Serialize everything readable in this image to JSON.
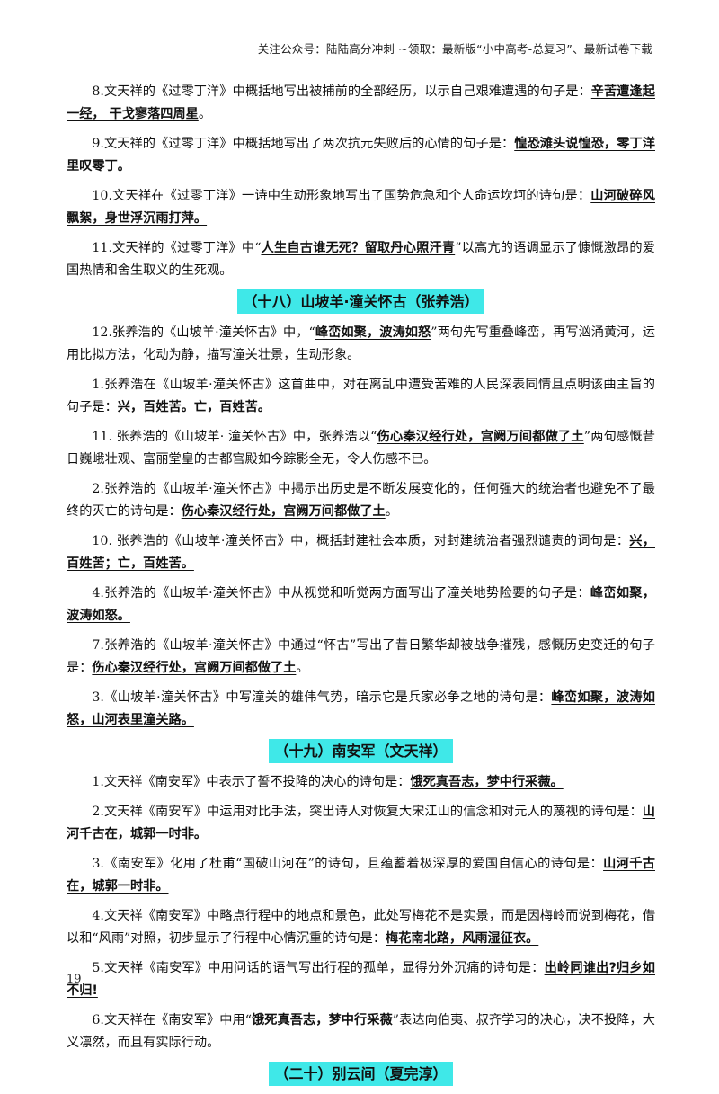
{
  "header": "关注公众号：陆陆高分冲刺 ~领取：最新版“小中高考-总复习”、最新试卷下载",
  "blocks": [
    {
      "type": "p",
      "runs": [
        {
          "t": "8.文天祥的《过零丁洋》中概括地写出被捕前的全部经历，以示自己艰难遭遇的句子是："
        },
        {
          "t": "辛苦遭逢起一经， 干戈寥落四周星",
          "a": true
        },
        {
          "t": "。"
        }
      ]
    },
    {
      "type": "p",
      "runs": [
        {
          "t": "9.文天祥的《过零丁洋》中概括地写出了两次抗元失败后的心情的句子是："
        },
        {
          "t": "惶恐滩头说惶恐，零丁洋里叹零丁。",
          "a": true
        }
      ]
    },
    {
      "type": "p",
      "runs": [
        {
          "t": "10.文天祥在《过零丁洋》一诗中生动形象地写出了国势危急和个人命运坎坷的诗句是："
        },
        {
          "t": "山河破碎风飘絮，身世浮沉雨打萍。",
          "a": true
        }
      ]
    },
    {
      "type": "p",
      "runs": [
        {
          "t": "11.文天祥的《过零丁洋》中“"
        },
        {
          "t": "人生自古谁无死？留取丹心照汗青",
          "a": true
        },
        {
          "t": "”以高亢的语调显示了慷慨激昂的爱国热情和舍生取义的生死观。"
        }
      ]
    },
    {
      "type": "h",
      "text": "（十八）山坡羊·潼关怀古（张养浩）"
    },
    {
      "type": "p",
      "runs": [
        {
          "t": "12.张养浩的《山坡羊·潼关怀古》中，“"
        },
        {
          "t": "峰峦如聚，波涛如怒",
          "a": true
        },
        {
          "t": "”两句先写重叠峰峦，再写汹涌黄河，运用比拟方法，化动为静，描写潼关壮景，生动形象。"
        }
      ]
    },
    {
      "type": "p",
      "runs": [
        {
          "t": "1.张养浩在《山坡羊·潼关怀古》这首曲中，对在离乱中遭受苦难的人民深表同情且点明该曲主旨的句子是："
        },
        {
          "t": "兴，百姓苦。亡，百姓苦。",
          "a": true
        }
      ]
    },
    {
      "type": "p",
      "runs": [
        {
          "t": "11. 张养浩的《山坡羊· 潼关怀古》中，张养浩以“"
        },
        {
          "t": "伤心秦汉经行处，宫阙万间都做了土",
          "a": true
        },
        {
          "t": "”两句感慨昔日巍峨壮观、富丽堂皇的古都宫殿如今踪影全无，令人伤感不已。"
        }
      ]
    },
    {
      "type": "p",
      "runs": [
        {
          "t": "2.张养浩的《山坡羊·潼关怀古》中揭示出历史是不断发展变化的，任何强大的统治者也避免不了最终的灭亡的诗句是："
        },
        {
          "t": "伤心秦汉经行处，宫阙万间都做了土",
          "a": true
        },
        {
          "t": "。"
        }
      ]
    },
    {
      "type": "p",
      "runs": [
        {
          "t": "10. 张养浩的《山坡羊·潼关怀古》中，概括封建社会本质，对封建统治者强烈谴责的词句是："
        },
        {
          "t": "兴，百姓苦；亡，百姓苦。",
          "a": true
        }
      ]
    },
    {
      "type": "p",
      "runs": [
        {
          "t": "4.张养浩的《山坡羊·潼关怀古》中从视觉和听觉两方面写出了潼关地势险要的句子是："
        },
        {
          "t": "峰峦如聚，波涛如怒。",
          "a": true
        }
      ]
    },
    {
      "type": "p",
      "runs": [
        {
          "t": "7.张养浩的《山坡羊·潼关怀古》中通过“怀古”写出了昔日繁华却被战争摧残，感慨历史变迁的句子是："
        },
        {
          "t": "伤心秦汉经行处，宫阙万间都做了土",
          "a": true
        },
        {
          "t": "。"
        }
      ]
    },
    {
      "type": "p",
      "runs": [
        {
          "t": "3.《山坡羊·潼关怀古》中写潼关的雄伟气势，暗示它是兵家必争之地的诗句是："
        },
        {
          "t": "峰峦如聚，波涛如怒，山河表里潼关路。",
          "a": true
        }
      ]
    },
    {
      "type": "h",
      "text": "（十九）南安军（文天祥）"
    },
    {
      "type": "p",
      "runs": [
        {
          "t": "1.文天祥《南安军》中表示了誓不投降的决心的诗句是："
        },
        {
          "t": "饿死真吾志，梦中行采薇。",
          "a": true
        }
      ]
    },
    {
      "type": "p",
      "runs": [
        {
          "t": "2.文天祥《南安军》中运用对比手法，突出诗人对恢复大宋江山的信念和对元人的蔑视的诗句是："
        },
        {
          "t": "山河千古在，城郭一时非。",
          "a": true
        }
      ]
    },
    {
      "type": "p",
      "runs": [
        {
          "t": "3.《南安军》化用了杜甫“国破山河在”的诗句，且蕴蓄着极深厚的爱国自信心的诗句是："
        },
        {
          "t": "山河千古在，城郭一时非。",
          "a": true
        }
      ]
    },
    {
      "type": "p",
      "runs": [
        {
          "t": "4.文天祥《南安军》中略点行程中的地点和景色，此处写梅花不是实景，而是因梅岭而说到梅花，借以和“风雨”对照，初步显示了行程中心情沉重的诗句是："
        },
        {
          "t": "梅花南北路，风雨湿征衣。",
          "a": true
        }
      ]
    },
    {
      "type": "p",
      "runs": [
        {
          "t": "5.文天祥《南安军》中用问话的语气写出行程的孤单，显得分外沉痛的诗句是："
        },
        {
          "t": "出岭同谁出?归乡如不归!",
          "a": true
        }
      ]
    },
    {
      "type": "p",
      "runs": [
        {
          "t": "6.文天祥在《南安军》中用“"
        },
        {
          "t": "饿死真吾志，梦中行采薇",
          "a": true
        },
        {
          "t": "”表达向伯夷、叔齐学习的决心，决不投降，大义凛然，而且有实际行动。"
        }
      ]
    },
    {
      "type": "h",
      "text": "（二十）别云间（夏完淳）"
    }
  ],
  "page_number": "19"
}
